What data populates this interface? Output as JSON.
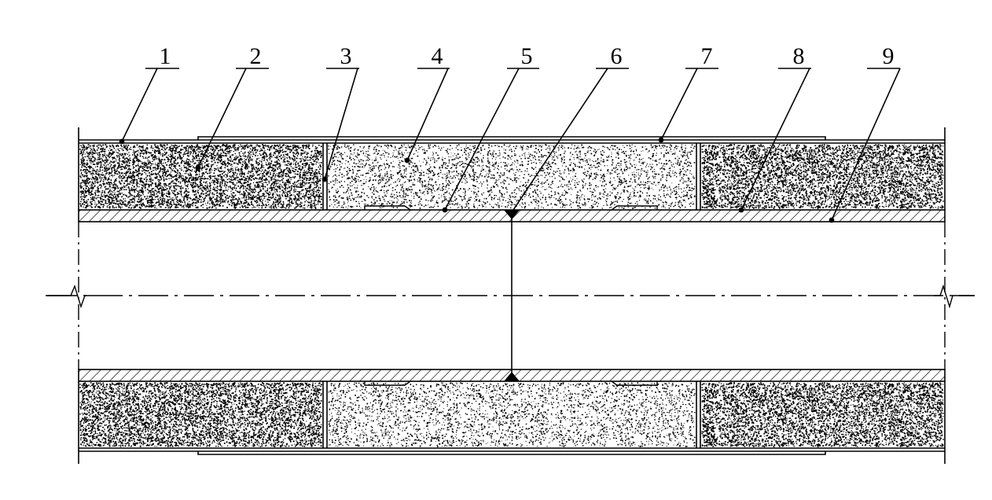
{
  "diagram": {
    "callouts": [
      {
        "number": "1"
      },
      {
        "number": "2"
      },
      {
        "number": "3"
      },
      {
        "number": "4"
      },
      {
        "number": "5"
      },
      {
        "number": "6"
      },
      {
        "number": "7"
      },
      {
        "number": "8"
      },
      {
        "number": "9"
      }
    ],
    "colors": {
      "line": "#000000",
      "background": "#ffffff",
      "pipe_interior": "#ffffff"
    }
  }
}
